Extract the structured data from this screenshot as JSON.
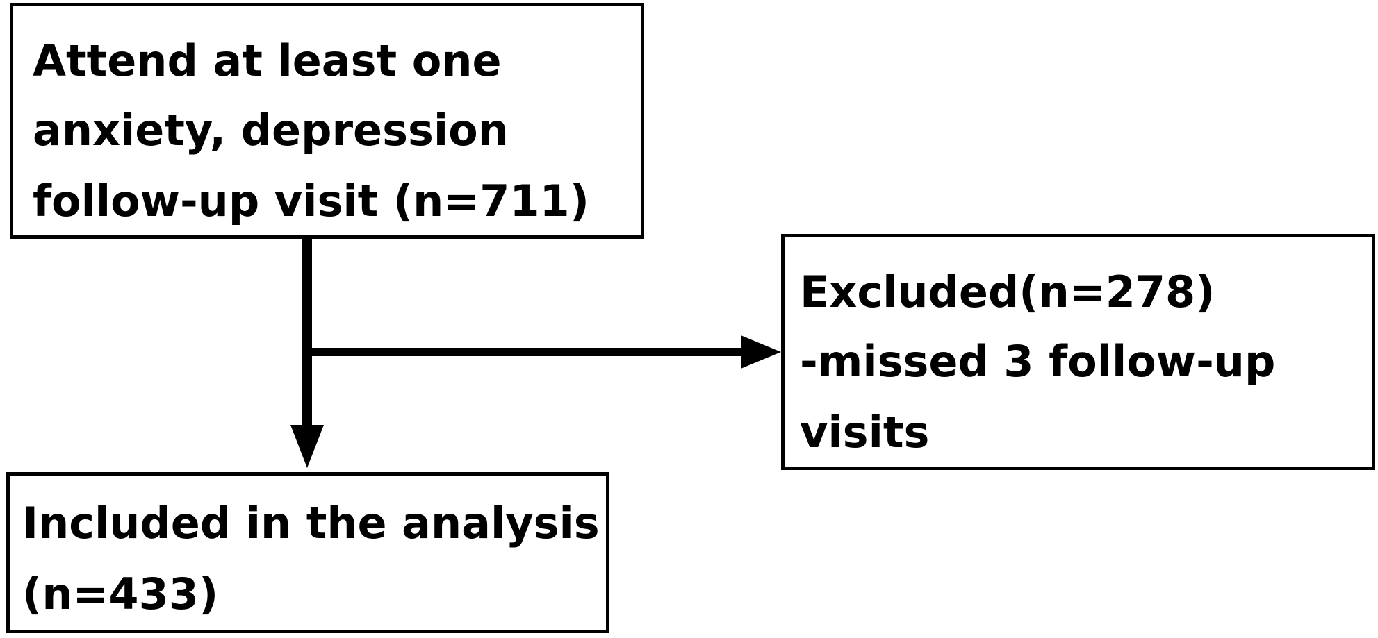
{
  "nodes": {
    "top": {
      "lines": [
        "Attend at least one",
        "anxiety, depression",
        "follow-up visit  (n=711)"
      ]
    },
    "excluded": {
      "lines": [
        "Excluded(n=278)",
        "-missed 3 follow-up",
        "visits"
      ]
    },
    "included": {
      "lines": [
        "Included in the analysis",
        "(n=433)"
      ]
    }
  },
  "colors": {
    "stroke": "#000000",
    "background": "#ffffff"
  }
}
